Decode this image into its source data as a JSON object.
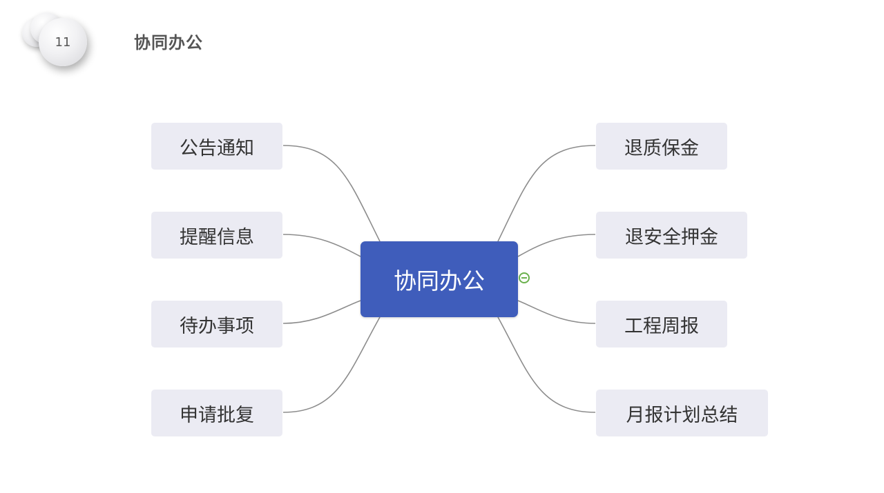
{
  "slide": {
    "number": "11",
    "title": "协同办公"
  },
  "mindmap": {
    "center": "协同办公",
    "left": [
      "公告通知",
      "提醒信息",
      "待办事项",
      "申请批复"
    ],
    "right": [
      "退质保金",
      "退安全押金",
      "工程周报",
      "月报计划总结"
    ]
  },
  "colors": {
    "center_fill": "#3f5dbb",
    "node_fill": "#ebebf3",
    "link": "#8c8c8c",
    "collapse_icon": "#6ab04c"
  }
}
